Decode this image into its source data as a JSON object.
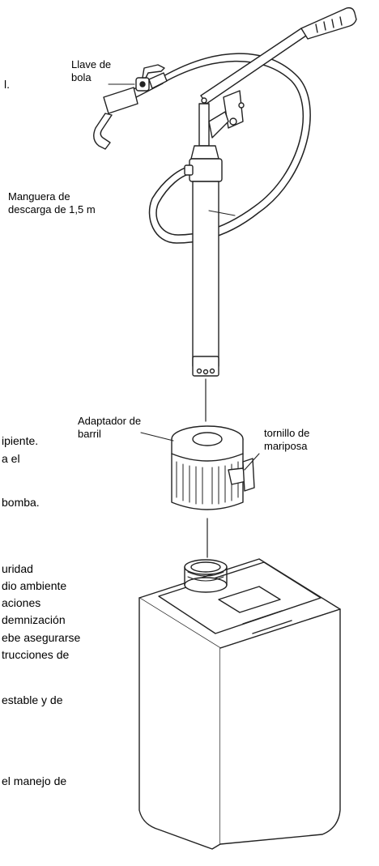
{
  "labels": {
    "ball_valve": [
      "Llave de",
      "bola"
    ],
    "discharge_hose": [
      "Manguera de",
      "descarga de 1,5 m"
    ],
    "barrel_adapter": [
      "Adaptador de",
      "barril"
    ],
    "wing_screw": [
      "tornillo de",
      "mariposa"
    ]
  },
  "text_fragments": [
    "l.",
    "ipiente.",
    "a el",
    "bomba.",
    "uridad",
    "dio ambiente",
    "aciones",
    "demnización",
    "ebe asegurarse",
    "trucciones de",
    "estable y de",
    "el manejo de"
  ]
}
